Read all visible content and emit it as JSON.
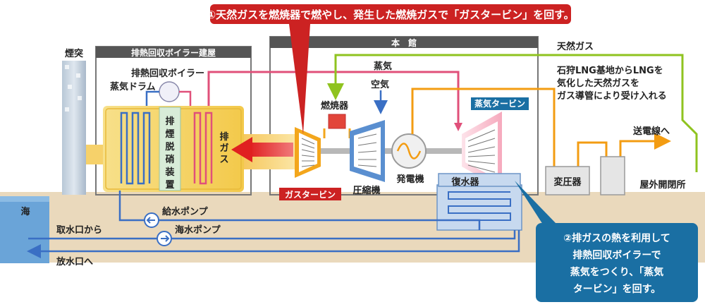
{
  "callouts": {
    "step1": "①天然ガスを燃焼器で燃やし、発生した燃焼ガスで「ガスタービン」を回す。",
    "step2_lines": [
      "②排ガスの熱を利用して",
      "排熱回収ボイラーで",
      "蒸気をつくり、「蒸気",
      "タービン」を回す。"
    ]
  },
  "buildings": {
    "honkan": "本　館",
    "boiler_building": "排熱回収ボイラー建屋"
  },
  "labels": {
    "chimney": "煙突",
    "hrsg": "排熱回収ボイラー",
    "steam_drum": "蒸気ドラム",
    "denitration": [
      "排",
      "煙",
      "脱",
      "硝",
      "装",
      "置"
    ],
    "exhaust_gas": [
      "排",
      "ガ",
      "ス"
    ],
    "steam": "蒸気",
    "combustor": "燃焼器",
    "air": "空気",
    "gas_turbine": "ガスタービン",
    "compressor": "圧縮機",
    "generator": "発電機",
    "steam_turbine": "蒸気タービン",
    "condenser": "復水器",
    "transformer": "変圧器",
    "switchyard": "屋外開閉所",
    "transmission": "送電線へ",
    "natural_gas": "天然ガス",
    "lng_note": [
      "石狩LNG基地からLNGを",
      "気化した天然ガスを",
      "ガス導管により受け入れる"
    ],
    "sea": "海",
    "feed_pump": "給水ポンプ",
    "seawater_pump": "海水ポンプ",
    "intake": "取水口から",
    "discharge": "放水口へ"
  },
  "colors": {
    "callout1": "#cc2222",
    "callout2": "#1a6fa3",
    "steam_line": "#e0507a",
    "gas_line": "#8fc31f",
    "water_line": "#3a6fc4",
    "power_line": "#f39c12",
    "boiler": "#f5d76e",
    "ground": "#e8d5b5",
    "sea": "#5b9bd5"
  },
  "icons": {
    "pump": "arrow-circle-icon",
    "generator": "sine-wave-icon"
  }
}
